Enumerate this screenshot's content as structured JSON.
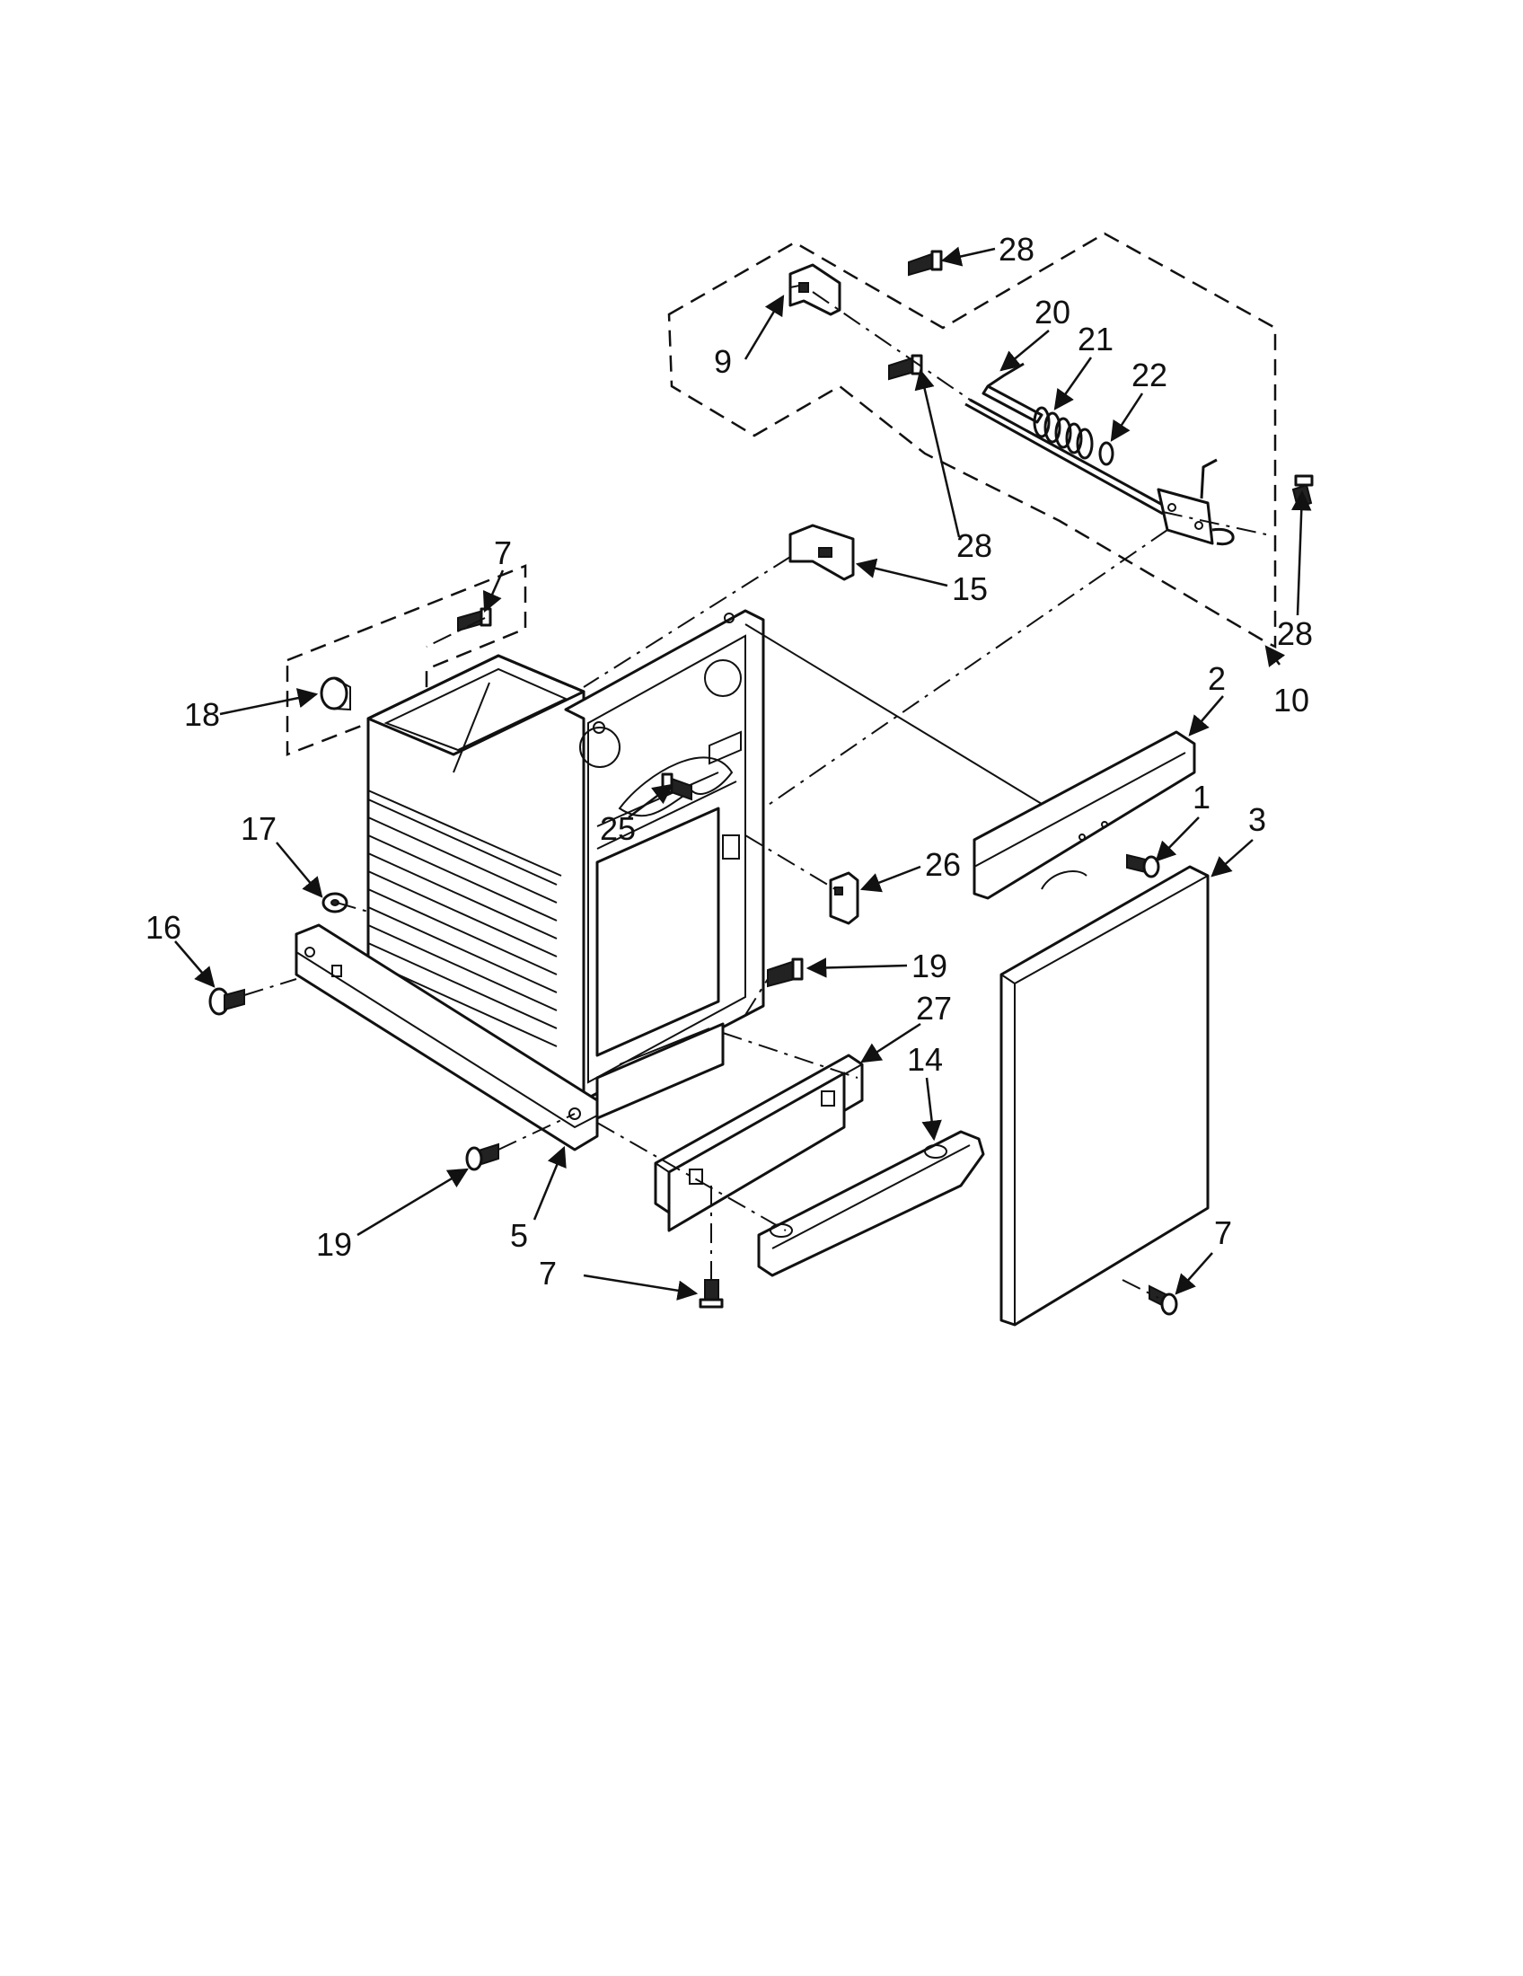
{
  "callouts": [
    {
      "id": "c28a",
      "text": "28"
    },
    {
      "id": "c9",
      "text": "9"
    },
    {
      "id": "c20",
      "text": "20"
    },
    {
      "id": "c21",
      "text": "21"
    },
    {
      "id": "c22",
      "text": "22"
    },
    {
      "id": "c28b",
      "text": "28"
    },
    {
      "id": "c15",
      "text": "15"
    },
    {
      "id": "c28c",
      "text": "28"
    },
    {
      "id": "c10",
      "text": "10"
    },
    {
      "id": "c7a",
      "text": "7"
    },
    {
      "id": "c18",
      "text": "18"
    },
    {
      "id": "c2",
      "text": "2"
    },
    {
      "id": "c1",
      "text": "1"
    },
    {
      "id": "c3",
      "text": "3"
    },
    {
      "id": "c25",
      "text": "25"
    },
    {
      "id": "c26",
      "text": "26"
    },
    {
      "id": "c17",
      "text": "17"
    },
    {
      "id": "c16",
      "text": "16"
    },
    {
      "id": "c19a",
      "text": "19"
    },
    {
      "id": "c27",
      "text": "27"
    },
    {
      "id": "c14",
      "text": "14"
    },
    {
      "id": "c19b",
      "text": "19"
    },
    {
      "id": "c5",
      "text": "5"
    },
    {
      "id": "c7b",
      "text": "7"
    },
    {
      "id": "c7c",
      "text": "7"
    }
  ]
}
